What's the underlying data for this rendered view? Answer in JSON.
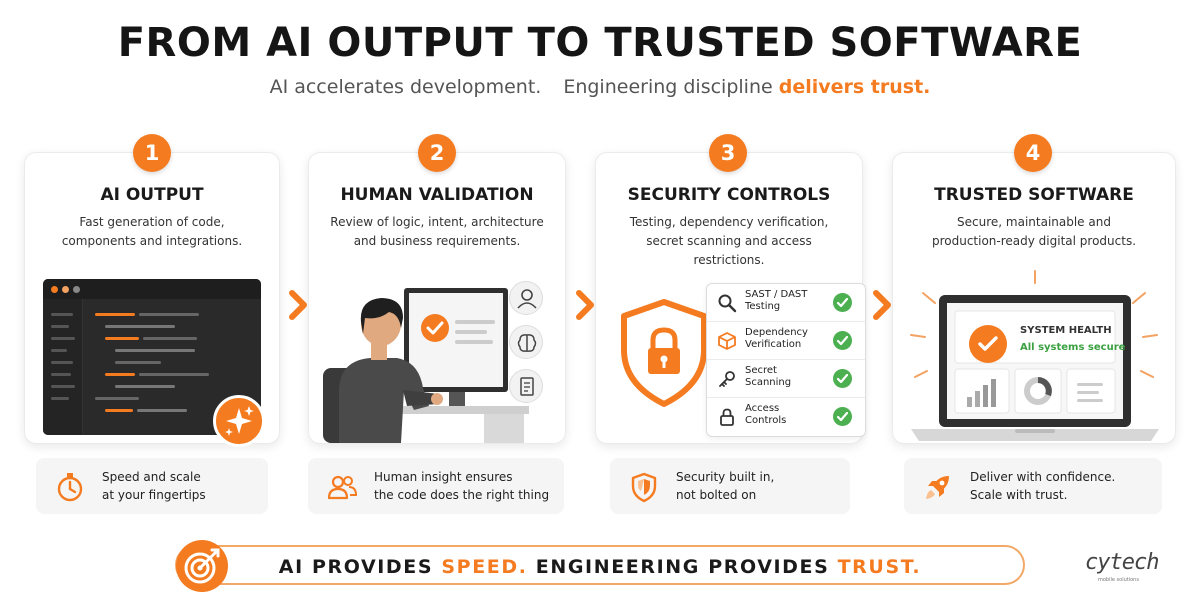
{
  "header": {
    "title": "FROM AI OUTPUT TO TRUSTED SOFTWARE",
    "subtitle_part1": "AI accelerates development.",
    "subtitle_part2": "Engineering discipline",
    "subtitle_accent": "delivers trust."
  },
  "steps": [
    {
      "number": "1",
      "title": "AI OUTPUT",
      "desc_line1": "Fast generation of code,",
      "desc_line2": "components and integrations.",
      "footer_line1": "Speed and scale",
      "footer_line2": "at your fingertips",
      "footer_icon": "stopwatch-icon"
    },
    {
      "number": "2",
      "title": "HUMAN VALIDATION",
      "desc_line1": "Review of logic, intent, architecture",
      "desc_line2": "and business requirements.",
      "footer_line1": "Human insight ensures",
      "footer_line2": "the code does the right thing",
      "footer_icon": "people-icon"
    },
    {
      "number": "3",
      "title": "SECURITY CONTROLS",
      "desc_line1": "Testing, dependency verification,",
      "desc_line2": "secret scanning and access",
      "desc_line3": "restrictions.",
      "footer_line1": "Security built in,",
      "footer_line2": "not bolted on",
      "footer_icon": "shield-icon",
      "checks": [
        {
          "line1": "SAST / DAST",
          "line2": "Testing",
          "icon": "magnifier-icon"
        },
        {
          "line1": "Dependency",
          "line2": "Verification",
          "icon": "cube-icon"
        },
        {
          "line1": "Secret",
          "line2": "Scanning",
          "icon": "key-icon"
        },
        {
          "line1": "Access",
          "line2": "Controls",
          "icon": "lock-icon"
        }
      ]
    },
    {
      "number": "4",
      "title": "TRUSTED SOFTWARE",
      "desc_line1": "Secure, maintainable and",
      "desc_line2": "production-ready digital products.",
      "footer_line1": "Deliver with confidence.",
      "footer_line2": "Scale with trust.",
      "footer_icon": "rocket-icon",
      "screen_label": "SYSTEM HEALTH",
      "screen_status": "All systems secure"
    }
  ],
  "banner": {
    "part1": "AI PROVIDES",
    "accent1": "SPEED.",
    "part2": "ENGINEERING PROVIDES",
    "accent2": "TRUST.",
    "icon": "target-icon"
  },
  "logo": {
    "name": "cytech",
    "tagline": "mobile solutions"
  },
  "colors": {
    "accent": "#f47b20",
    "success": "#4caf50",
    "dark": "#2a2a2a"
  }
}
